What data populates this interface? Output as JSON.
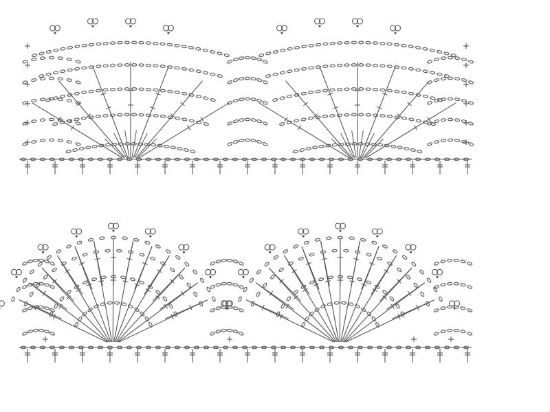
{
  "diagram": {
    "kind": "crochet-edging-chart",
    "stroke_color": "#555555",
    "background_color": "#ffffff",
    "patterns": [
      {
        "id": "pattern-1",
        "fan_repeats": 2,
        "rows": 6,
        "fan_style": "scalloped-arches",
        "picots_per_fan": 4
      },
      {
        "id": "pattern-2",
        "fan_repeats": 2,
        "rows": 5,
        "fan_style": "rayed-fan",
        "picots_per_fan": 9
      }
    ]
  }
}
